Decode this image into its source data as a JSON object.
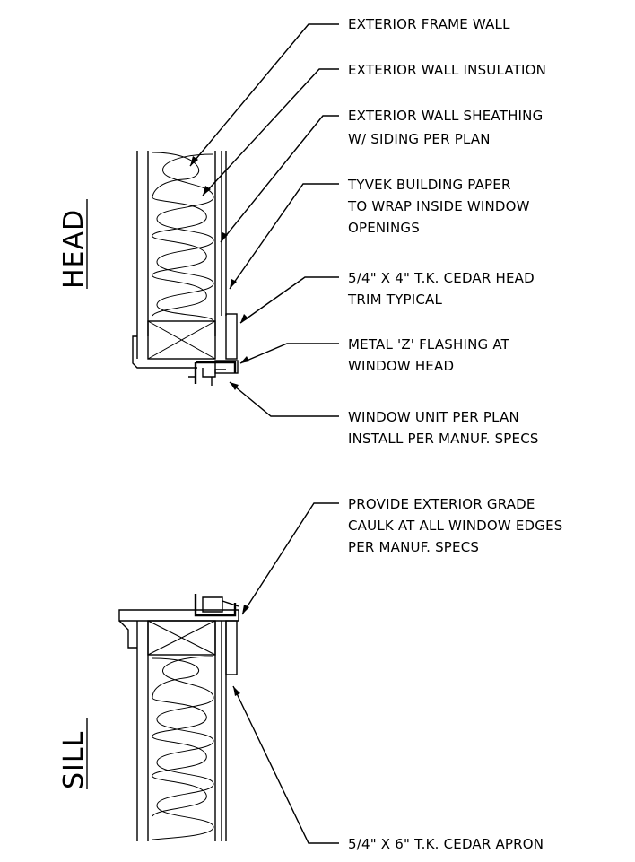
{
  "head": {
    "title": "HEAD",
    "notes": [
      {
        "lines": [
          "EXTERIOR FRAME WALL"
        ]
      },
      {
        "lines": [
          "EXTERIOR WALL INSULATION"
        ]
      },
      {
        "lines": [
          "EXTERIOR WALL SHEATHING",
          "W/ SIDING PER PLAN"
        ]
      },
      {
        "lines": [
          "TYVEK BUILDING PAPER",
          "TO WRAP INSIDE WINDOW",
          "OPENINGS"
        ]
      },
      {
        "lines": [
          "5/4\" X 4\" T.K. CEDAR HEAD",
          "TRIM TYPICAL"
        ]
      },
      {
        "lines": [
          "METAL 'Z' FLASHING AT",
          "WINDOW HEAD"
        ]
      },
      {
        "lines": [
          "WINDOW UNIT PER PLAN",
          "INSTALL PER MANUF. SPECS"
        ]
      }
    ]
  },
  "sill": {
    "title": "SILL",
    "notes": [
      {
        "lines": [
          "PROVIDE EXTERIOR GRADE",
          "CAULK AT ALL WINDOW EDGES",
          "PER MANUF. SPECS"
        ]
      },
      {
        "lines": [
          "5/4\" X 6\" T.K. CEDAR APRON"
        ]
      }
    ]
  }
}
